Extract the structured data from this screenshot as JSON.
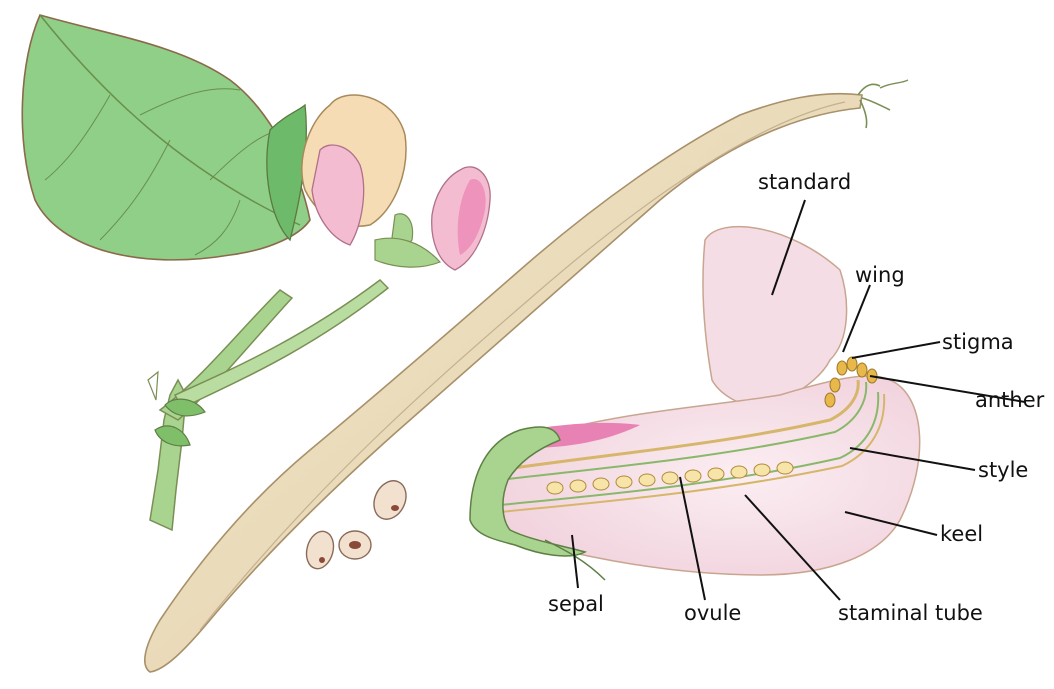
{
  "labels": {
    "standard": "standard",
    "wing": "wing",
    "stigma": "stigma",
    "anther": "anther",
    "style": "style",
    "keel": "keel",
    "sepal": "sepal",
    "ovule": "ovule",
    "staminal_tube": "staminal tube"
  },
  "colors": {
    "leaf": "#8fcf88",
    "leaf_dark": "#5aa45a",
    "stem": "#a9d48f",
    "pod": "#ecdcbc",
    "petal_cream": "#f6dcb4",
    "petal_pink": "#f4bcd0",
    "petal_magenta": "#e982b4",
    "cross_section_pink": "#f5dde6",
    "seed": "#f2e1cf",
    "anther_yellow": "#e9b84a",
    "leader_line": "#111111"
  }
}
